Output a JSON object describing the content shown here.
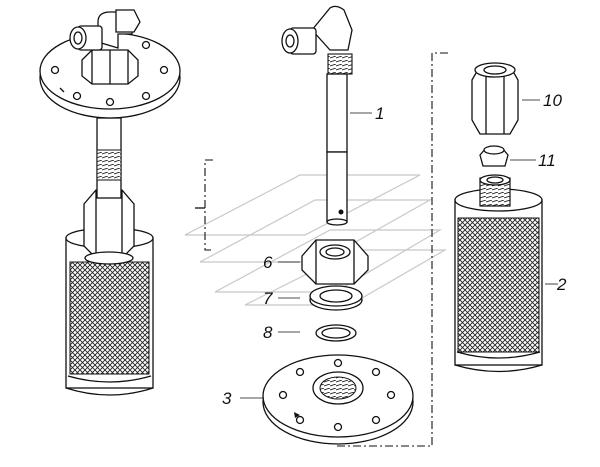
{
  "diagram": {
    "callouts": [
      {
        "id": "1",
        "text": "1"
      },
      {
        "id": "2",
        "text": "2"
      },
      {
        "id": "3",
        "text": "3"
      },
      {
        "id": "6",
        "text": "6"
      },
      {
        "id": "7",
        "text": "7"
      },
      {
        "id": "8",
        "text": "8"
      },
      {
        "id": "10",
        "text": "10"
      },
      {
        "id": "11",
        "text": "11"
      }
    ]
  },
  "colors": {
    "ink": "#111111",
    "background": "#ffffff",
    "watermark": "#c8c8c8"
  }
}
